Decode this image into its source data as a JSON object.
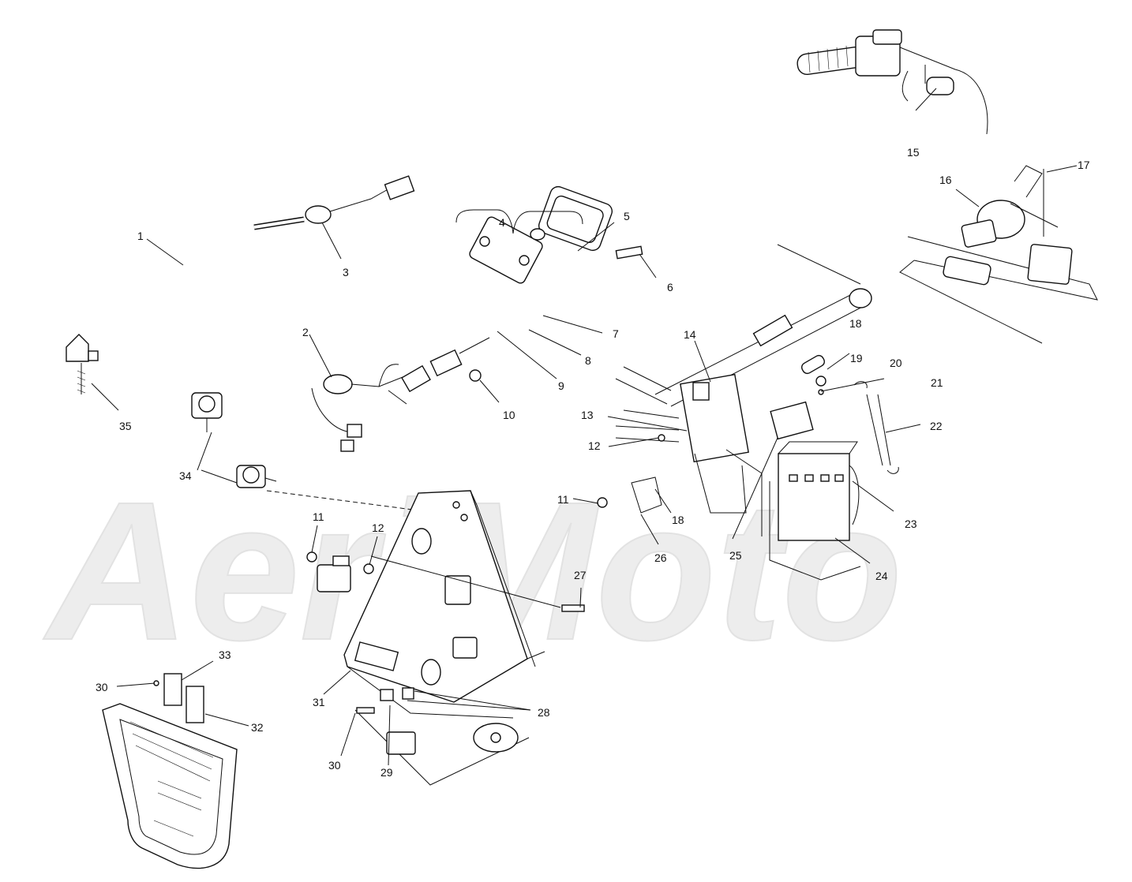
{
  "watermark": {
    "text": "AeriMoto"
  },
  "callouts": [
    {
      "id": "c1",
      "label": "1"
    },
    {
      "id": "c2",
      "label": "2"
    },
    {
      "id": "c3",
      "label": "3"
    },
    {
      "id": "c4",
      "label": "4"
    },
    {
      "id": "c5",
      "label": "5"
    },
    {
      "id": "c6",
      "label": "6"
    },
    {
      "id": "c7",
      "label": "7"
    },
    {
      "id": "c8",
      "label": "8"
    },
    {
      "id": "c9",
      "label": "9"
    },
    {
      "id": "c10",
      "label": "10"
    },
    {
      "id": "c11a",
      "label": "11"
    },
    {
      "id": "c11b",
      "label": "11"
    },
    {
      "id": "c12a",
      "label": "12"
    },
    {
      "id": "c12b",
      "label": "12"
    },
    {
      "id": "c13",
      "label": "13"
    },
    {
      "id": "c14",
      "label": "14"
    },
    {
      "id": "c15",
      "label": "15"
    },
    {
      "id": "c16",
      "label": "16"
    },
    {
      "id": "c17",
      "label": "17"
    },
    {
      "id": "c18a",
      "label": "18"
    },
    {
      "id": "c18b",
      "label": "18"
    },
    {
      "id": "c19",
      "label": "19"
    },
    {
      "id": "c20",
      "label": "20"
    },
    {
      "id": "c21",
      "label": "21"
    },
    {
      "id": "c22",
      "label": "22"
    },
    {
      "id": "c23",
      "label": "23"
    },
    {
      "id": "c24",
      "label": "24"
    },
    {
      "id": "c25",
      "label": "25"
    },
    {
      "id": "c26",
      "label": "26"
    },
    {
      "id": "c27",
      "label": "27"
    },
    {
      "id": "c28",
      "label": "28"
    },
    {
      "id": "c29",
      "label": "29"
    },
    {
      "id": "c30a",
      "label": "30"
    },
    {
      "id": "c30b",
      "label": "30"
    },
    {
      "id": "c31",
      "label": "31"
    },
    {
      "id": "c32",
      "label": "32"
    },
    {
      "id": "c33",
      "label": "33"
    },
    {
      "id": "c34",
      "label": "34"
    },
    {
      "id": "c35",
      "label": "35"
    }
  ]
}
